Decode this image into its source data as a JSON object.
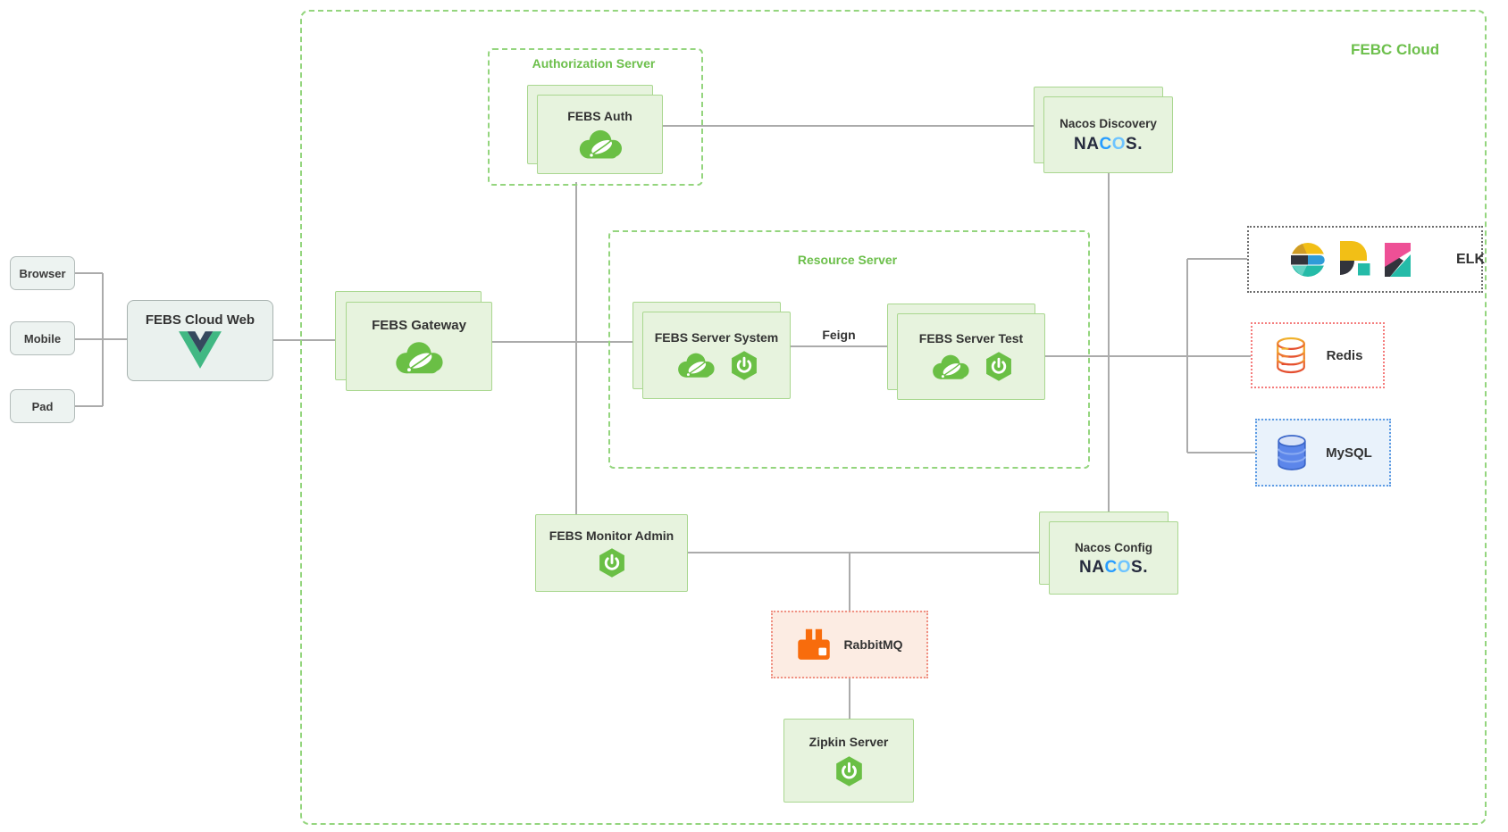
{
  "title": "FEBC Cloud",
  "clients": [
    {
      "label": "Browser"
    },
    {
      "label": "Mobile"
    },
    {
      "label": "Pad"
    }
  ],
  "groups": {
    "authorization": {
      "label": "Authorization Server"
    },
    "resource": {
      "label": "Resource Server"
    }
  },
  "nodes": {
    "febs_cloud_web": {
      "label": "FEBS Cloud Web"
    },
    "febs_gateway": {
      "label": "FEBS Gateway"
    },
    "febs_auth": {
      "label": "FEBS Auth"
    },
    "nacos_discovery": {
      "label": "Nacos Discovery"
    },
    "nacos_config": {
      "label": "Nacos Config"
    },
    "febs_server_system": {
      "label": "FEBS Server System"
    },
    "febs_server_test": {
      "label": "FEBS Server Test"
    },
    "febs_monitor_admin": {
      "label": "FEBS Monitor Admin"
    },
    "zipkin_server": {
      "label": "Zipkin Server"
    },
    "rabbitmq": {
      "label": "RabbitMQ"
    },
    "elk": {
      "label": "ELK"
    },
    "redis": {
      "label": "Redis"
    },
    "mysql": {
      "label": "MySQL"
    }
  },
  "edges": {
    "feign": "Feign"
  },
  "logos": {
    "nacos": {
      "na": "NA",
      "c": "C",
      "o": "O",
      "s": "S",
      "dot": "."
    }
  },
  "colors": {
    "group_green": "#6cbf4b",
    "node_border": "#a9d78f",
    "node_bg": "#e7f3de",
    "line_gray": "#ababab",
    "spring_green": "#6abf45",
    "vue_green": "#41b883",
    "vue_dark": "#35495e",
    "nacos_blue": "#279cff",
    "elastic_yellow": "#f2bf16",
    "elastic_teal": "#25bba8",
    "elastic_pink": "#ee5096",
    "redis_border": "#f47c7c",
    "mysql_border": "#5e9ce4",
    "rabbit_orange": "#f86c0c",
    "rabbit_border": "#f09183"
  }
}
